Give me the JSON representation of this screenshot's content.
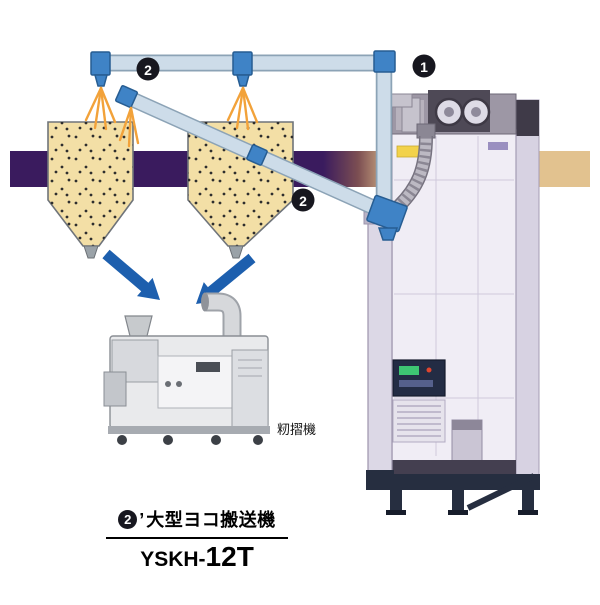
{
  "badges": {
    "flow1": "1",
    "flow2_top": "2",
    "flow2_conveyor": "2"
  },
  "labels": {
    "huller": "籾摺機"
  },
  "caption": {
    "badge": "2",
    "prime": "’",
    "title": "大型ヨコ搬送機",
    "model_prefix": "YSKH-",
    "model_number": "12T"
  },
  "colors": {
    "band_purple": "#3a1b5e",
    "band_tan": "#e2c28f",
    "pipe_fill": "#cddce9",
    "pipe_outline": "#8ca3b6",
    "joint_blue": "#3f83c6",
    "spray_orange": "#f2a23a",
    "hopper_fill": "#f3dfa6",
    "arrow_blue": "#1d5fae",
    "badge_bg": "#17171f",
    "dryer_body": "#f0edf5",
    "dryer_base": "#262e40"
  }
}
